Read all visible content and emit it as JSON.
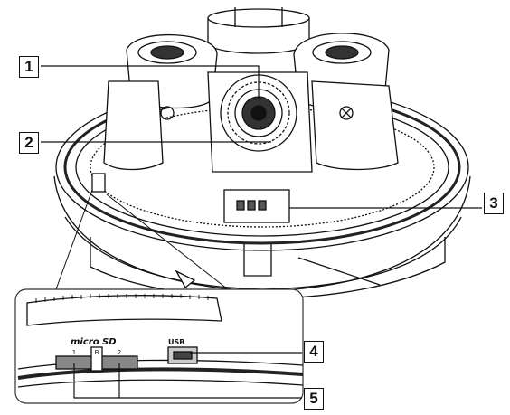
{
  "callouts": [
    {
      "id": "1"
    },
    {
      "id": "2"
    },
    {
      "id": "3"
    },
    {
      "id": "4"
    },
    {
      "id": "5"
    }
  ],
  "inset_text": {
    "micro_sd": "micro SD",
    "slot_left": "1",
    "slot_mid": "B",
    "slot_right": "2",
    "usb": "USB"
  },
  "colors": {
    "line": "#111111",
    "fill": "#ffffff",
    "shade": "#d9d9d9",
    "dark": "#555555"
  }
}
